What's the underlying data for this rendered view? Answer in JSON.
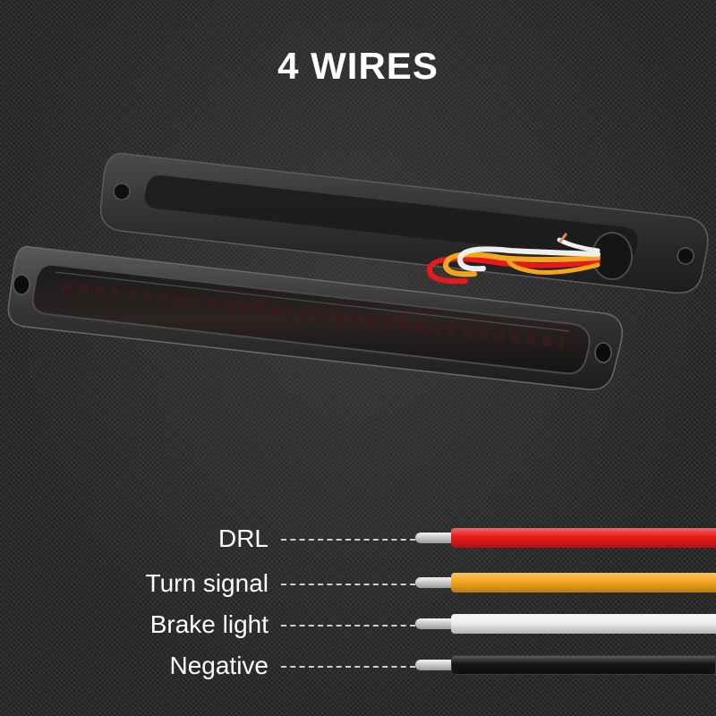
{
  "title": "4 WIRES",
  "wires": [
    {
      "label": "DRL",
      "color": "#e8191b"
    },
    {
      "label": "Turn signal",
      "color": "#f5a51c"
    },
    {
      "label": "Brake light",
      "color": "#efefef"
    },
    {
      "label": "Negative",
      "color": "#141414"
    }
  ]
}
